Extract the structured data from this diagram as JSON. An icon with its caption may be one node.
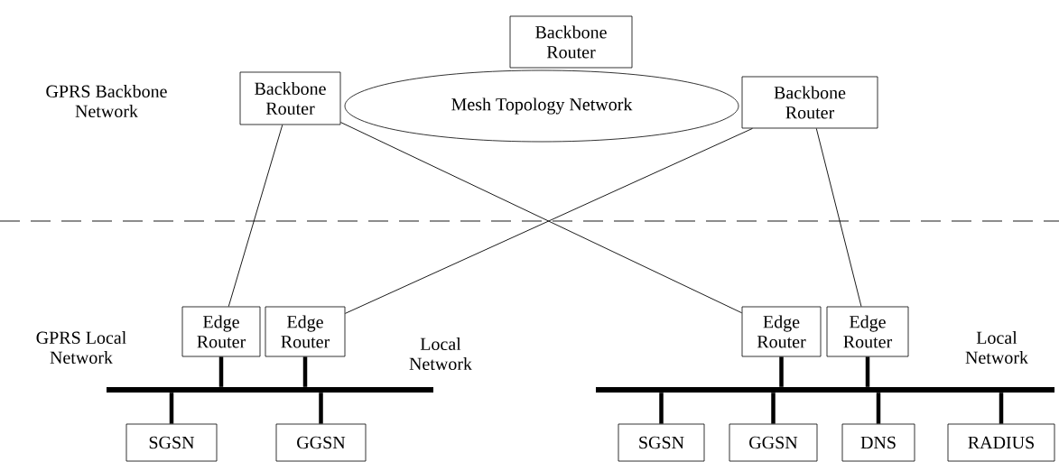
{
  "diagram": {
    "nodes": [
      {
        "text": [
          "Backbone Router"
        ]
      },
      {
        "text": [
          "Backbone Router"
        ]
      },
      {
        "text": [
          "Mesh Topology Network"
        ]
      },
      {
        "text": [
          "Backbone Router"
        ]
      },
      {
        "text": [
          "Edge Router"
        ]
      },
      {
        "text": [
          "Edge Router"
        ]
      },
      {
        "text": [
          "Edge Router"
        ]
      },
      {
        "text": [
          "Edge Router"
        ]
      },
      {
        "text": [],
        "shape": "bar"
      },
      {
        "text": [
          "SGSN"
        ]
      },
      {
        "text": [
          "GGSN"
        ]
      },
      {
        "text": [],
        "shape": "bar"
      },
      {
        "text": [
          "SGSN"
        ]
      },
      {
        "text": [
          "GGSN"
        ]
      },
      {
        "text": [
          "DNS"
        ]
      },
      {
        "text": [
          "RADIUS"
        ]
      }
    ],
    "edges": [
      {
        "from": 1,
        "to": 4,
        "arrow": "none"
      },
      {
        "from": 1,
        "to": 6,
        "arrow": "none"
      },
      {
        "from": 3,
        "to": 5,
        "arrow": "none"
      },
      {
        "from": 3,
        "to": 7,
        "arrow": "none"
      },
      {
        "from": 4,
        "to": 8,
        "arrow": "none"
      },
      {
        "from": 5,
        "to": 8,
        "arrow": "none"
      },
      {
        "from": 6,
        "to": 11,
        "arrow": "none"
      },
      {
        "from": 7,
        "to": 11,
        "arrow": "none"
      },
      {
        "from": 8,
        "to": 9,
        "arrow": "none"
      },
      {
        "from": 8,
        "to": 10,
        "arrow": "none"
      },
      {
        "from": 11,
        "to": 12,
        "arrow": "none"
      },
      {
        "from": 11,
        "to": 13,
        "arrow": "none"
      },
      {
        "from": 11,
        "to": 14,
        "arrow": "none"
      },
      {
        "from": 11,
        "to": 15,
        "arrow": "none"
      }
    ],
    "labels": [
      "GPRS Backbone Network",
      "GPRS Local Network",
      "Local Network",
      "Local Network"
    ]
  }
}
